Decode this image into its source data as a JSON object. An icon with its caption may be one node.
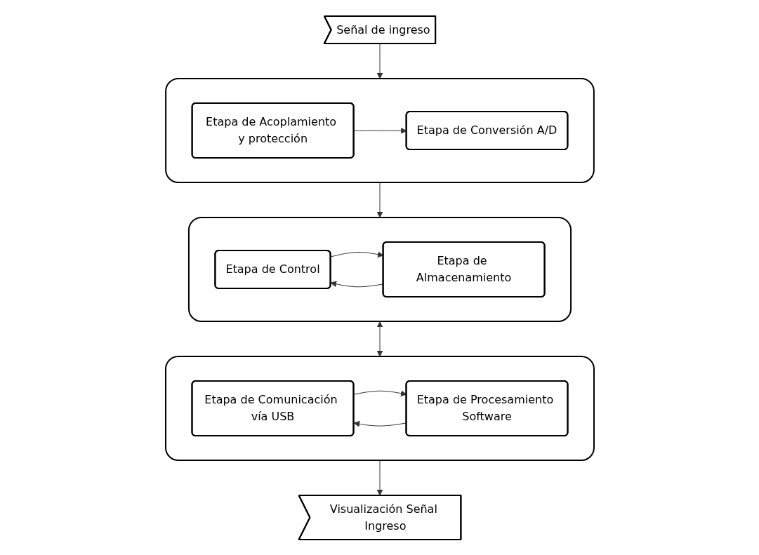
{
  "diagram": {
    "nodes": [
      {
        "text": [
          "Señal de ingreso"
        ]
      },
      {
        "text": [],
        "shape": "box"
      },
      {
        "text": [
          "Etapa de Acoplamiento y protección"
        ],
        "in": 1
      },
      {
        "text": [
          "Etapa de Conversión A/D"
        ],
        "in": 1
      },
      {
        "text": [],
        "shape": "box"
      },
      {
        "text": [
          "Etapa de Control"
        ],
        "in": 4
      },
      {
        "text": [
          "Etapa de Almacenamiento"
        ],
        "in": 4
      },
      {
        "text": [],
        "shape": "box"
      },
      {
        "text": [
          "Etapa de Comunicación vía USB"
        ],
        "in": 7
      },
      {
        "text": [
          "Etapa de Procesamiento Software"
        ],
        "in": 7
      },
      {
        "text": [
          "Visualización Señal Ingreso"
        ]
      }
    ],
    "edges": [
      {
        "from": 0,
        "to": 1,
        "arrow": "to"
      },
      {
        "from": 2,
        "to": 3,
        "arrow": "to"
      },
      {
        "from": 1,
        "to": 4,
        "arrow": "to"
      },
      {
        "from": 6,
        "to": 5,
        "arrow": "to"
      },
      {
        "from": 5,
        "to": 6,
        "arrow": "to"
      },
      {
        "from": 4,
        "to": 7,
        "arrow": "both"
      },
      {
        "from": 8,
        "to": 9,
        "arrow": "to"
      },
      {
        "from": 9,
        "to": 8,
        "arrow": "to"
      },
      {
        "from": 7,
        "to": 10,
        "arrow": "to"
      }
    ]
  }
}
